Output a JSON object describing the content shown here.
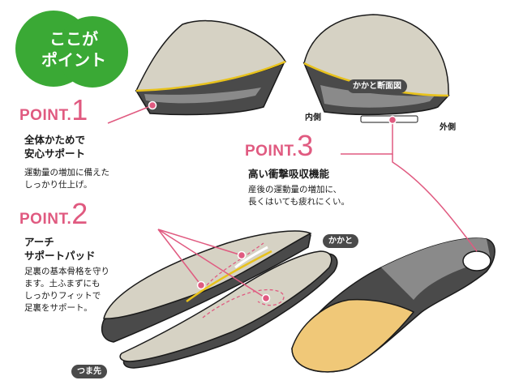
{
  "badge": {
    "line1": "ここが",
    "line2": "ポイント",
    "color": "#3aa935"
  },
  "accent_color": "#e05a80",
  "points": [
    {
      "label": "POINT.",
      "number": "1",
      "heading_lines": [
        "全体かためで",
        "安心サポート"
      ],
      "body_lines": [
        "運動量の増加に備えた",
        "しっかり仕上げ。"
      ]
    },
    {
      "label": "POINT.",
      "number": "2",
      "heading_lines": [
        "アーチ",
        "サポートパッド"
      ],
      "body_lines": [
        "足裏の基本骨格を守り",
        "ます。土ふまずにも",
        "しっかりフィットで",
        "足裏をサポート。"
      ]
    },
    {
      "label": "POINT.",
      "number": "3",
      "heading_lines": [
        "高い衝撃吸収機能"
      ],
      "body_lines": [
        "産後の運動量の増加に、",
        "長くはいても疲れにくい。"
      ]
    }
  ],
  "tags": {
    "heel_section": "かかと断面図",
    "heel": "かかと",
    "toe": "つま先"
  },
  "sides": {
    "inner": "内側",
    "outer": "外側"
  }
}
